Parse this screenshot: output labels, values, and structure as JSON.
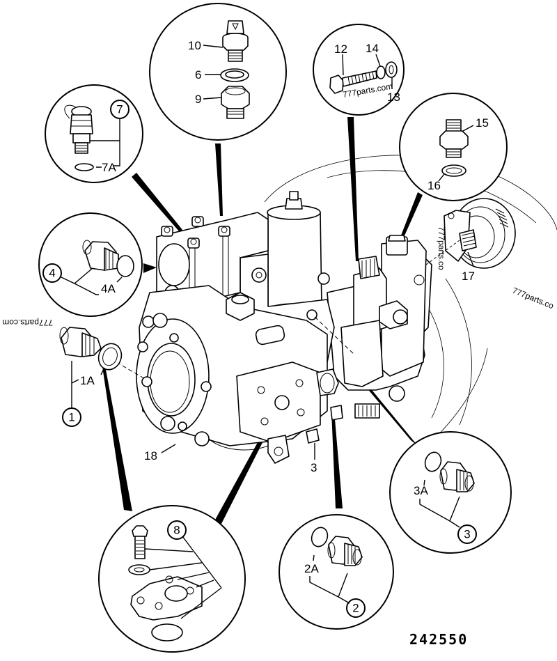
{
  "diagram": {
    "type": "exploded parts diagram",
    "subject": "hydraulic pump assembly with valve blocks",
    "drawing_number": "242550",
    "watermarks": [
      "777parts.com",
      "777parts.co",
      "777parts.com"
    ],
    "callouts": [
      {
        "id": "callout-top",
        "labels": [
          "10",
          "6",
          "9"
        ]
      },
      {
        "id": "callout-bolt",
        "labels": [
          "12",
          "14",
          "13"
        ]
      },
      {
        "id": "callout-upper-right",
        "labels": [
          "15",
          "16"
        ]
      },
      {
        "id": "callout-upper-left",
        "labels": [
          "7",
          "7A"
        ]
      },
      {
        "id": "callout-left",
        "labels": [
          "4",
          "4A"
        ]
      },
      {
        "id": "callout-bottom-left",
        "labels": [
          "8"
        ]
      },
      {
        "id": "callout-bottom-center",
        "labels": [
          "2A",
          "2"
        ]
      },
      {
        "id": "callout-bottom-right",
        "labels": [
          "3A",
          "3"
        ]
      }
    ],
    "free_labels": [
      "1",
      "1A",
      "17",
      "18",
      "3"
    ]
  },
  "labels": {
    "p10": "10",
    "p6": "6",
    "p9": "9",
    "p12": "12",
    "p14": "14",
    "p13": "13",
    "p15": "15",
    "p16": "16",
    "p7": "7",
    "p7a": "7A",
    "p4": "4",
    "p4a": "4A",
    "p1": "1",
    "p1a": "1A",
    "p17": "17",
    "p18": "18",
    "p3free": "3",
    "p8": "8",
    "p2a": "2A",
    "p2": "2",
    "p3a": "3A",
    "p3": "3"
  },
  "watermark": {
    "bolt": "777parts.com",
    "right": "777parts.co",
    "left": "777parts.com",
    "vertical": "777parts.co"
  },
  "drawing_number": "242550"
}
